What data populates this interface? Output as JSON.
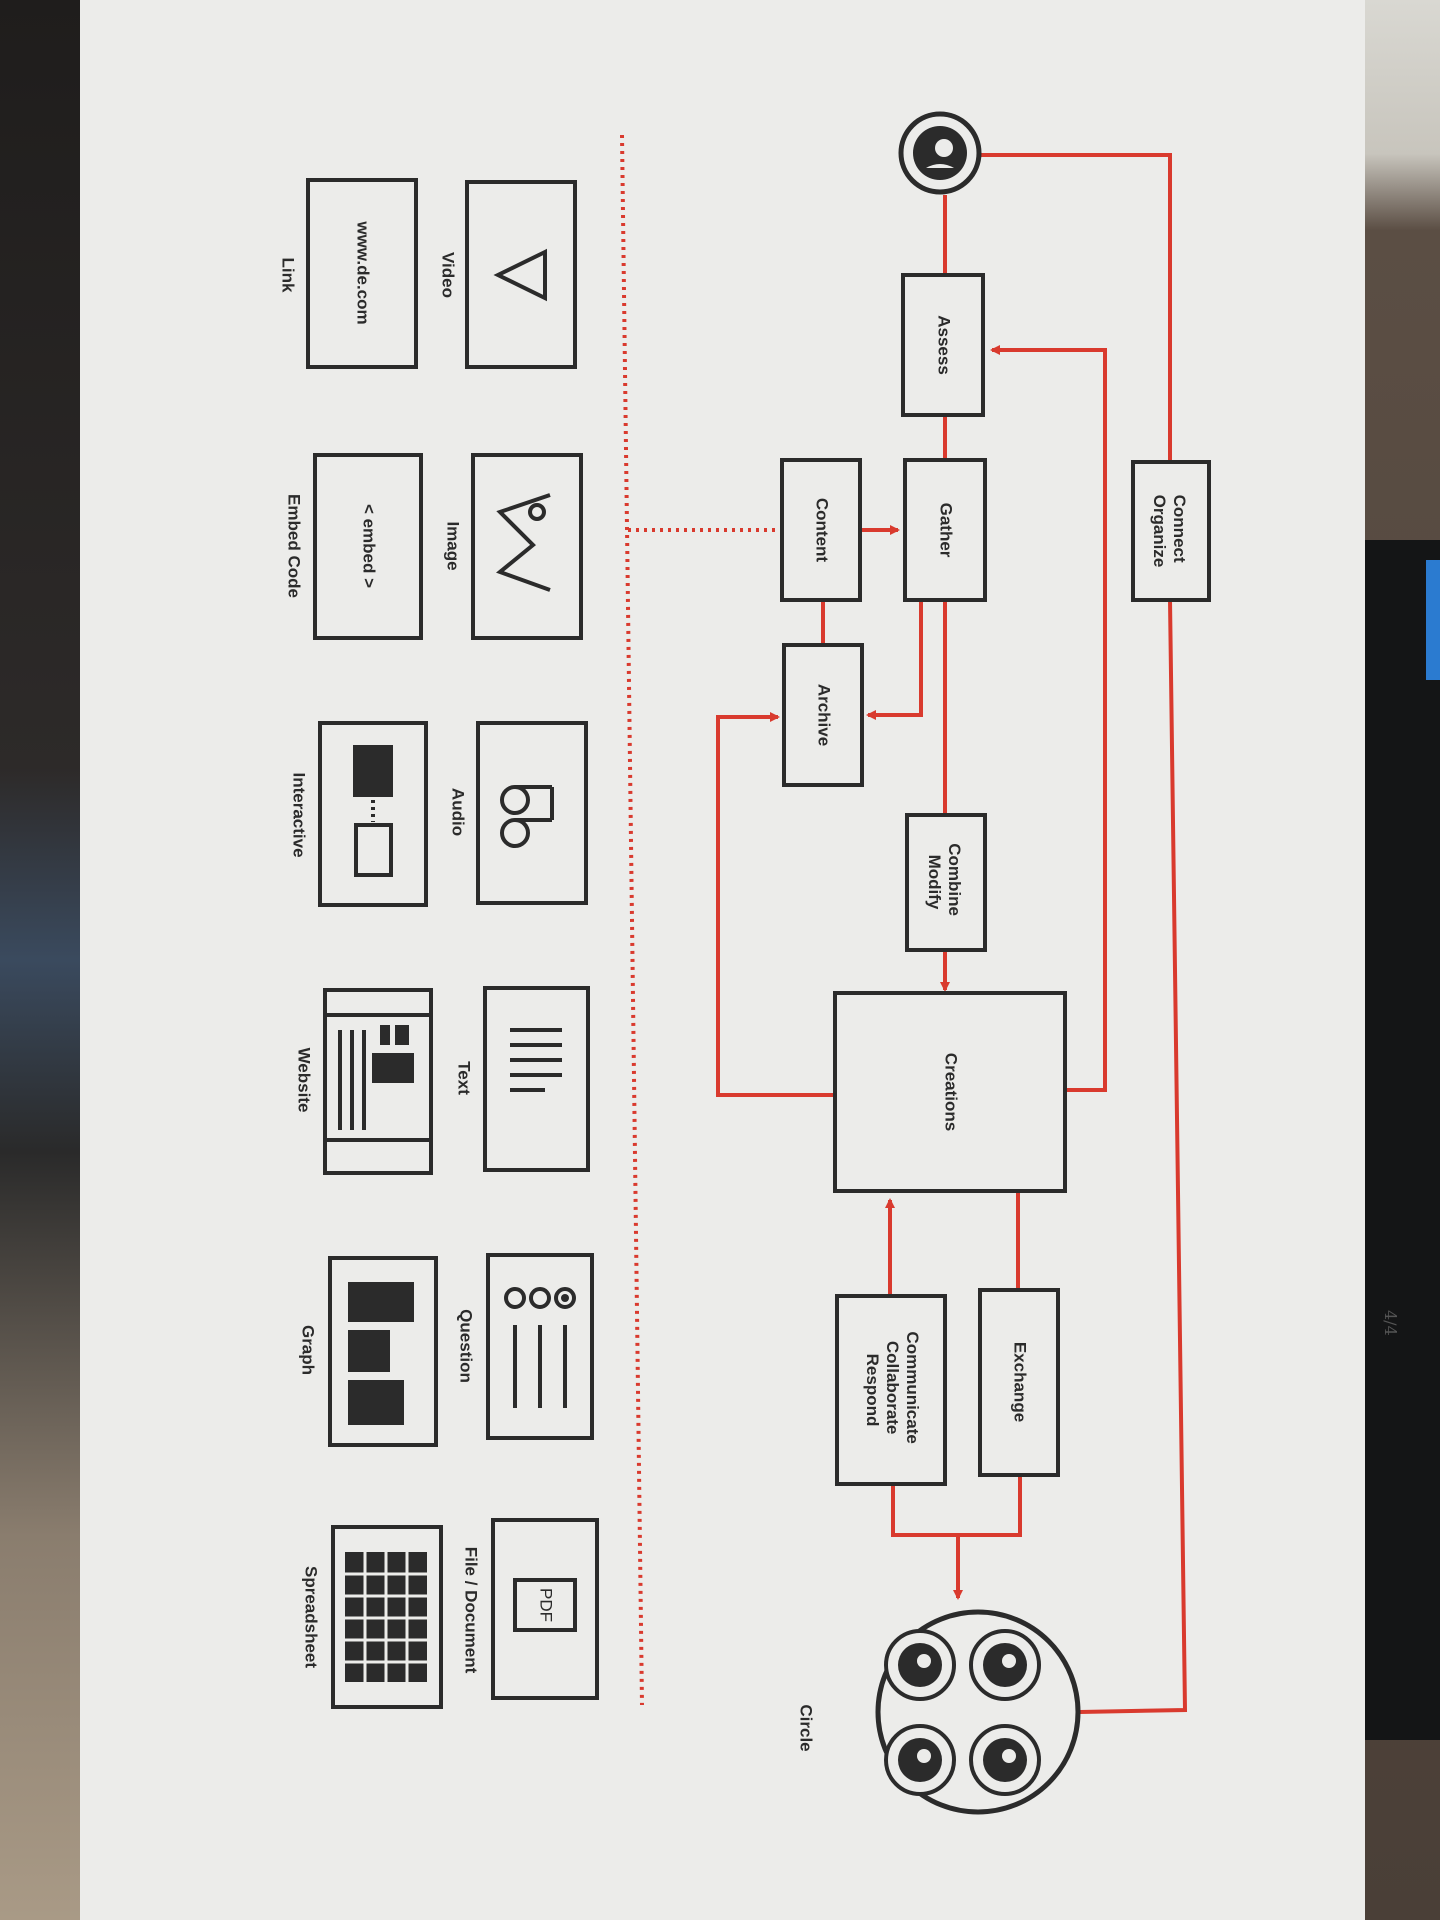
{
  "diagram": {
    "nodes": {
      "assess": "Assess",
      "gather": "Gather",
      "content": "Content",
      "archive": "Archive",
      "connect_organize": [
        "Connect",
        "Organize"
      ],
      "combine_modify": [
        "Combine",
        "Modify"
      ],
      "creations": "Creations",
      "exchange": "Exchange",
      "communicate": [
        "Communicate",
        "Collaborate",
        "Respond"
      ],
      "circle": "Circle"
    },
    "content_types": {
      "video": "Video",
      "link": "Link",
      "link_url": "www.de.com",
      "image": "Image",
      "embed_code": "Embed Code",
      "embed_tag": "< embed >",
      "audio": "Audio",
      "interactive": "Interactive",
      "text": "Text",
      "website": "Website",
      "question": "Question",
      "graph": "Graph",
      "file_document": "File / Document",
      "pdf": "PDF",
      "spreadsheet": "Spreadsheet"
    },
    "handwritten_note": "4/4",
    "colors": {
      "accent": "#d93a2e",
      "ink": "#2b2b2b",
      "paper": "#ececea"
    }
  }
}
